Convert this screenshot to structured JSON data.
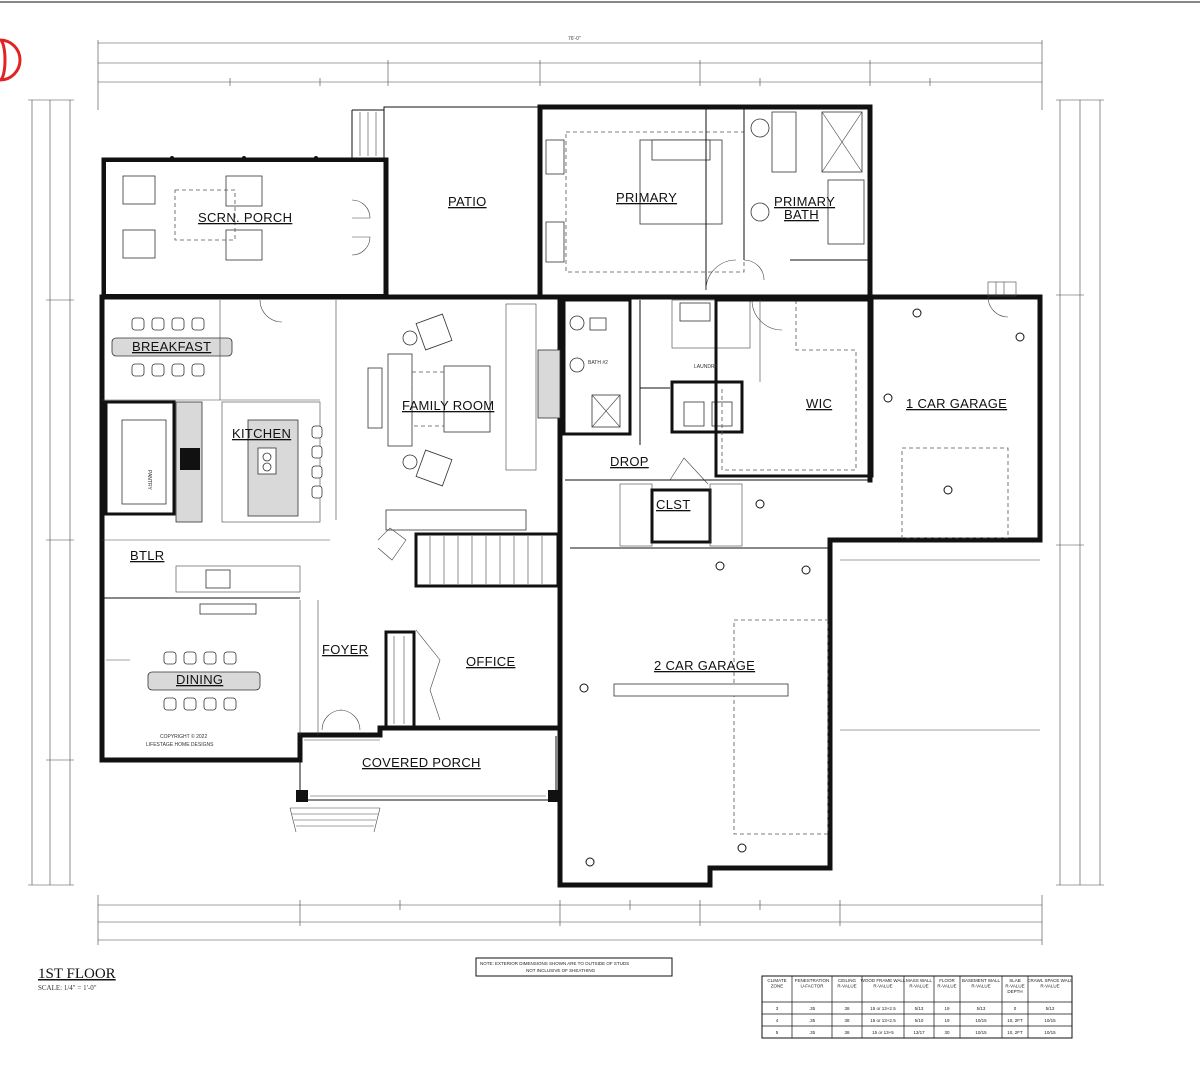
{
  "plan_title": "1ST FLOOR",
  "plan_scale": "SCALE: 1/4\" = 1'-0\"",
  "copyright": {
    "line1": "COPYRIGHT © 2022",
    "line2": "LIFESTAGE HOME DESIGNS"
  },
  "rooms": {
    "scrn_porch": "SCRN. PORCH",
    "patio": "PATIO",
    "primary": "PRIMARY",
    "primary_bath_1": "PRIMARY",
    "primary_bath_2": "BATH",
    "breakfast": "BREAKFAST",
    "family_room": "FAMILY ROOM",
    "kitchen": "KITCHEN",
    "bath2": "BATH #2",
    "laundry": "LAUNDRY",
    "wic": "WIC",
    "one_car_garage": "1 CAR GARAGE",
    "drop": "DROP",
    "clst": "CLST",
    "btlr": "BTLR",
    "pantry": "PANTRY",
    "foyer": "FOYER",
    "office": "OFFICE",
    "dining": "DINING",
    "two_car_garage": "2 CAR GARAGE",
    "covered_porch": "COVERED PORCH"
  },
  "overall_width": "76'-0\"",
  "note_box": {
    "line1": "NOTE: EXTERIOR DIMENSIONS SHOWN ARE TO OUTSIDE OF STUDS",
    "line2": "NOT INCLUSIVE OF SHEATHING"
  },
  "climate_table": {
    "headers": [
      "CLIMATE ZONE",
      "FENESTRATION U-FACTOR",
      "CEILING R-VALUE",
      "WOOD FRAME WALL R-VALUE",
      "MASS WALL R-VALUE",
      "FLOOR R-VALUE",
      "BASEMENT WALL R-VALUE",
      "SLAB R-VALUE DEPTH",
      "CRAWL SPACE WALL R-VALUE"
    ],
    "rows": [
      [
        "3",
        ".35",
        "38",
        "15 or 13+2.5",
        "5/13",
        "19",
        "5/13",
        "0",
        "5/13"
      ],
      [
        "4",
        ".35",
        "38",
        "15 or 13+2.5",
        "5/10",
        "19",
        "10/15",
        "10, 2FT",
        "10/15"
      ],
      [
        "5",
        ".35",
        "38",
        "15 or 13+5",
        "13/17",
        "30",
        "10/15",
        "10, 2FT",
        "10/15"
      ]
    ]
  },
  "colors": {
    "wall": "#111111",
    "marker": "#e02424",
    "grey_fill": "#d9d9d9"
  }
}
